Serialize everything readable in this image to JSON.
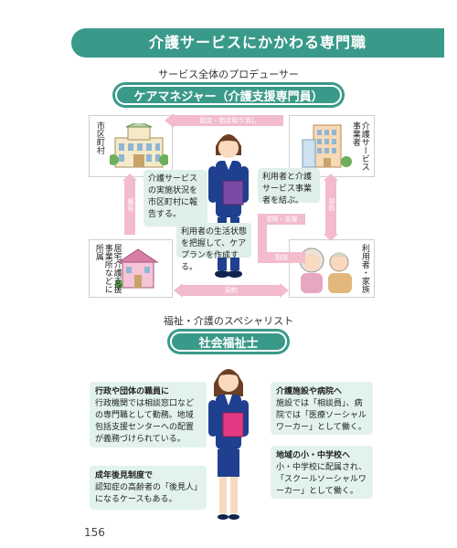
{
  "header": {
    "title": "介護サービスにかかわる専門職"
  },
  "section1": {
    "subtitle": "サービス全体のプロデューサー",
    "pill": "ケアマネジャー（介護支援専門員）",
    "boxes": {
      "municipality": "市区町村",
      "care_provider": "介護サービス事業者",
      "home_care_office": "居宅介護支援事業所などに所属",
      "user_family": "利用者・家族"
    },
    "arrows": {
      "designation": "指定・指定取り消し",
      "report": "報告",
      "explanation_support": "説明・支援",
      "contract_right": "契約",
      "consultation": "相談",
      "contract_bottom": "契約"
    },
    "notes": {
      "report_to_city": "介護サービスの実施状況を市区町村に報告する。",
      "contract_with_user": "利用者と介護サービス事業者を結ぶ。",
      "care_plan": "利用者の生活状態を把握して、ケアプランを作成する。"
    }
  },
  "section2": {
    "subtitle": "福祉・介護のスペシャリスト",
    "pill": "社会福祉士",
    "notes": [
      {
        "heading": "行政や団体の職員に",
        "body": "行政機関では相談窓口などの専門職として勤務。地域包括支援センターへの配置が義務づけられている。"
      },
      {
        "heading": "介護施設や病院へ",
        "body": "施設では「相談員」、病院では「医療ソーシャルワーカー」として働く。"
      },
      {
        "heading": "成年後見制度で",
        "body": "認知症の高齢者の「後見人」になるケースもある。"
      },
      {
        "heading": "地域の小・中学校へ",
        "body": "小・中学校に配属され、「スクールソーシャルワーカー」として働く。"
      }
    ]
  },
  "page_number": "156"
}
